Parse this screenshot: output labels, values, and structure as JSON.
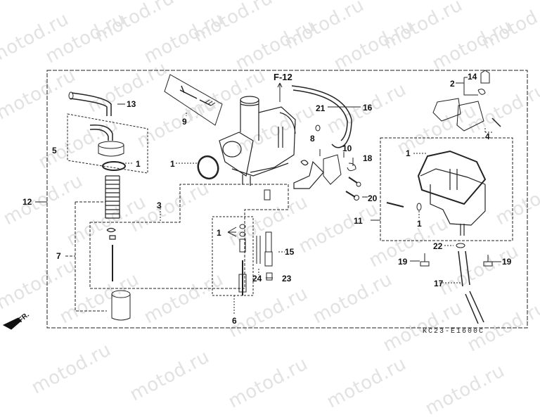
{
  "diagram": {
    "type": "exploded-parts-diagram",
    "subject": "carburetor",
    "figure_reference": "F-12",
    "front_indicator": "FR.",
    "catalog_code": "KC23-E1600C",
    "watermark": "motod.ru",
    "labels": [
      {
        "id": "13",
        "text": "13"
      },
      {
        "id": "9",
        "text": "9"
      },
      {
        "id": "5",
        "text": "5"
      },
      {
        "id": "1a",
        "text": "1"
      },
      {
        "id": "1b",
        "text": "1"
      },
      {
        "id": "12",
        "text": "12"
      },
      {
        "id": "3",
        "text": "3"
      },
      {
        "id": "7",
        "text": "7"
      },
      {
        "id": "1c",
        "text": "1"
      },
      {
        "id": "15",
        "text": "15"
      },
      {
        "id": "24",
        "text": "24"
      },
      {
        "id": "23",
        "text": "23"
      },
      {
        "id": "6",
        "text": "6"
      },
      {
        "id": "21",
        "text": "21"
      },
      {
        "id": "16",
        "text": "16"
      },
      {
        "id": "8",
        "text": "8"
      },
      {
        "id": "10",
        "text": "10"
      },
      {
        "id": "18",
        "text": "18"
      },
      {
        "id": "20",
        "text": "20"
      },
      {
        "id": "11",
        "text": "11"
      },
      {
        "id": "14",
        "text": "14"
      },
      {
        "id": "2",
        "text": "2"
      },
      {
        "id": "4",
        "text": "4"
      },
      {
        "id": "1d",
        "text": "1"
      },
      {
        "id": "1e",
        "text": "1"
      },
      {
        "id": "22",
        "text": "22"
      },
      {
        "id": "19a",
        "text": "19"
      },
      {
        "id": "19b",
        "text": "19"
      },
      {
        "id": "17",
        "text": "17"
      }
    ]
  }
}
